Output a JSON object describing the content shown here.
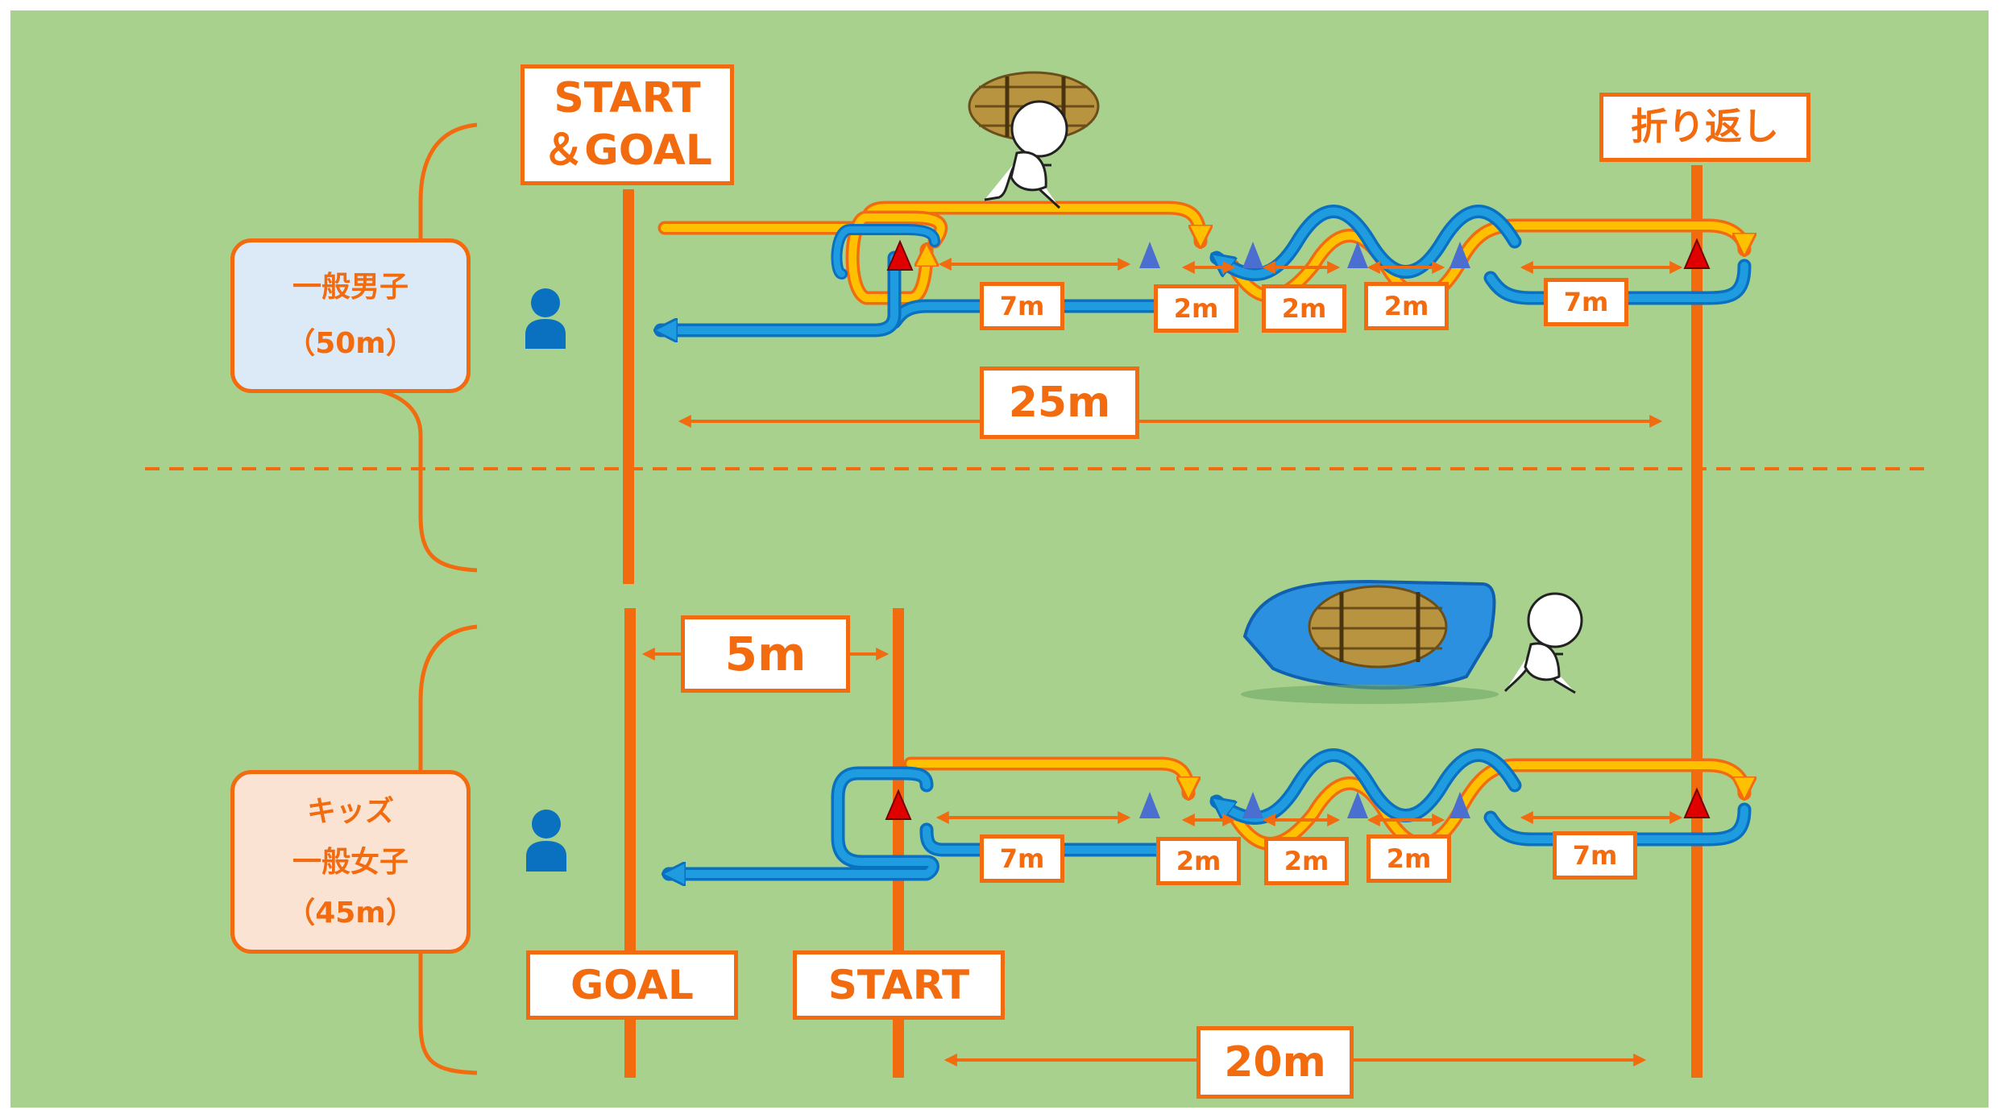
{
  "colors": {
    "field": "#a9d18e",
    "accent": "#f26b0f",
    "route_out": "#ffc000",
    "route_back": "#1f9be0",
    "marker_turn": "#e00000",
    "marker_cone": "#4a6fd0",
    "person": "#0a70c0"
  },
  "signs": {
    "start_goal_line1": "START",
    "start_goal_line2": "＆GOAL",
    "turnaround": "折り返し",
    "goal": "GOAL",
    "start": "START"
  },
  "upper_course": {
    "category_name": "一般男子",
    "category_distance": "（50m）",
    "segment_labels": [
      "7m",
      "2m",
      "2m",
      "2m",
      "7m"
    ],
    "total_label": "25m"
  },
  "lower_course": {
    "category_line1": "キッズ",
    "category_line2": "一般女子",
    "category_distance": "（45m）",
    "segment_labels": [
      "7m",
      "2m",
      "2m",
      "2m",
      "7m"
    ],
    "offset_label": "5m",
    "total_label": "20m"
  },
  "icons": {
    "person": "person-icon",
    "runner": "runner-icon",
    "rice_bale": "rice-bale-icon",
    "sled": "sled-icon"
  }
}
